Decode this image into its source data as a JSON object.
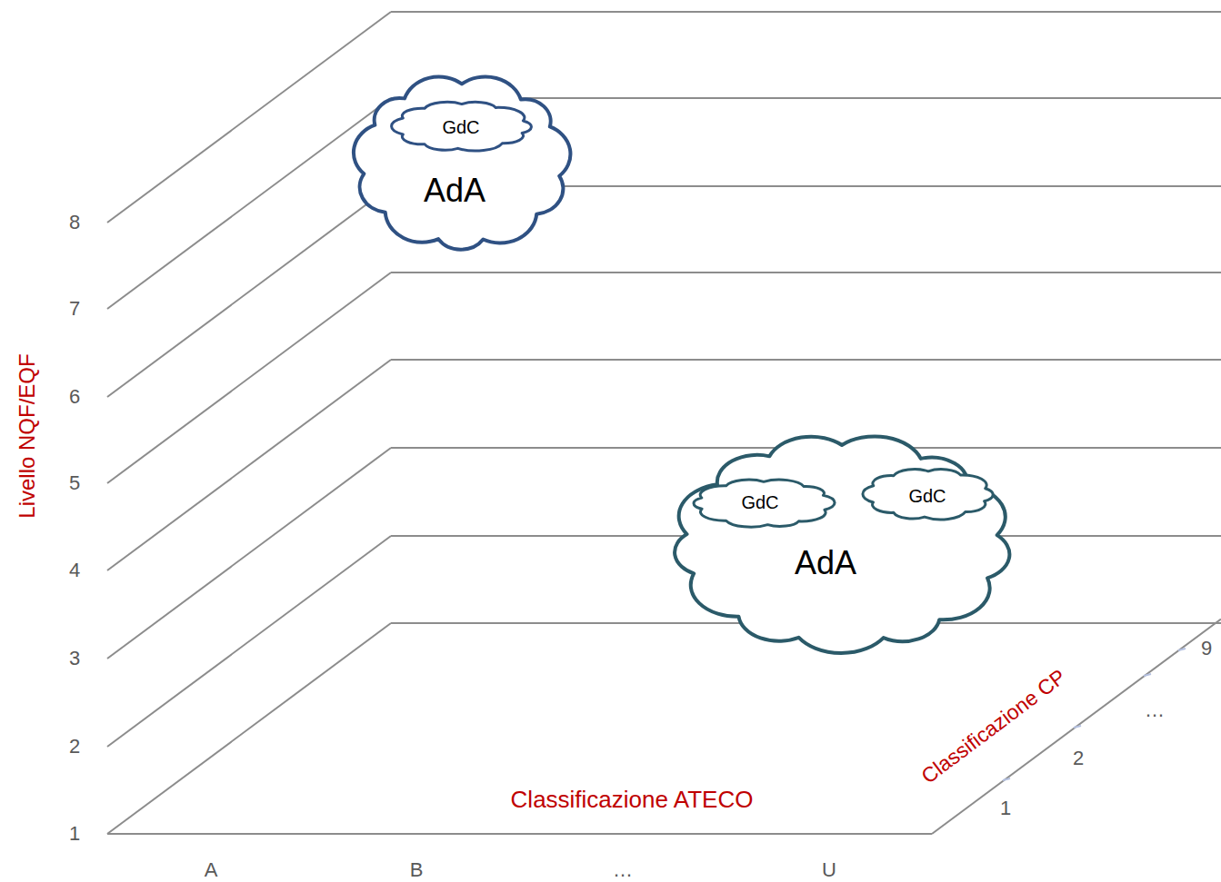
{
  "diagram": {
    "nodes": [
      {
        "text": [
          "AdA"
        ]
      },
      {
        "text": [
          "GdC"
        ],
        "in": 0
      },
      {
        "text": [
          "AdA"
        ]
      },
      {
        "text": [
          "GdC"
        ],
        "in": 2
      },
      {
        "text": [
          "GdC"
        ],
        "in": 2
      }
    ],
    "labels": [
      "Livello NQF/EQF",
      "8",
      "7",
      "6",
      "5",
      "4",
      "3",
      "2",
      "1",
      "Classificazione ATECO",
      "A",
      "B",
      "…",
      "U",
      "Classificazione CP",
      "9",
      "…",
      "2",
      "1"
    ]
  }
}
